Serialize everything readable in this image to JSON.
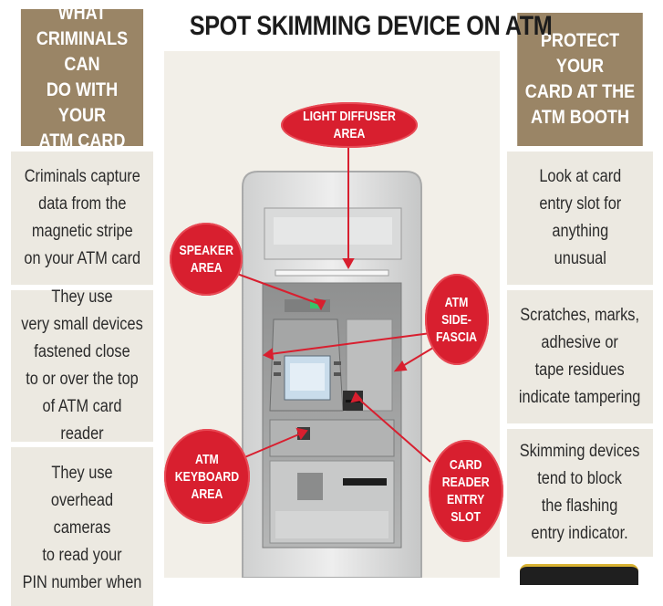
{
  "title": "SPOT SKIMMING DEVICE ON ATM",
  "left_column": {
    "header": "WHAT\nCRIMINALS CAN\nDO WITH YOUR\nATM CARD",
    "items": [
      "Criminals capture\ndata from the\nmagnetic stripe\non your ATM card",
      "They use\nvery small devices\nfastened close\nto or over the top\nof ATM card reader",
      "They use\noverhead cameras\nto read your\nPIN number when"
    ]
  },
  "right_column": {
    "header": "PROTECT\nYOUR\nCARD AT THE\nATM BOOTH",
    "items": [
      "Look at card\nentry slot for\nanything\nunusual",
      "Scratches, marks,\nadhesive or\ntape residues\nindicate tampering",
      "Skimming devices\ntend to block\nthe flashing\nentry indicator."
    ]
  },
  "callouts": {
    "light_diffuser": "LIGHT DIFFUSER AREA",
    "speaker": "SPEAKER\nAREA",
    "side_fascia": "ATM\nSIDE-\nFASCIA",
    "keyboard": "ATM\nKEYBOARD\nAREA",
    "card_reader": "CARD\nREADER\nENTRY\nSLOT"
  },
  "colors": {
    "header_bg": "#9a8566",
    "cell_bg": "#ece9e1",
    "callout_red": "#d81f2f"
  }
}
